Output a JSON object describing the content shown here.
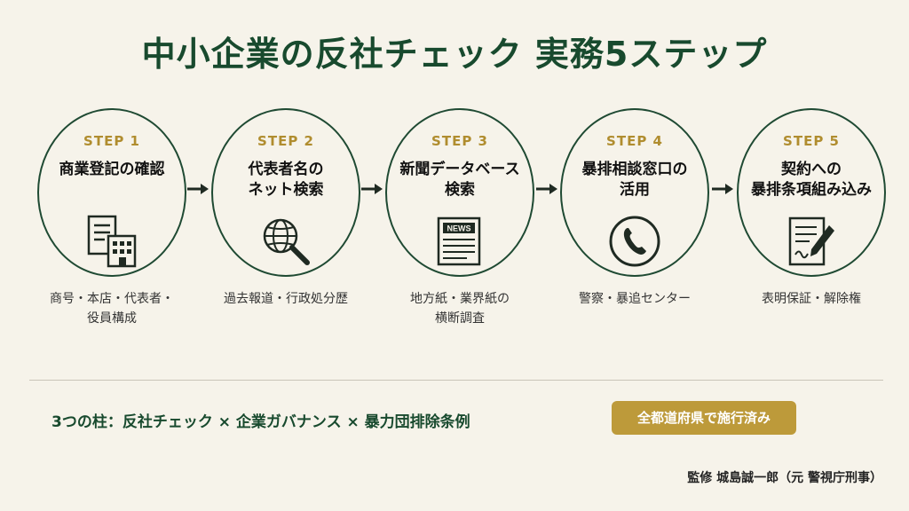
{
  "title": "中小企業の反社チェック 実務5ステップ",
  "steps": [
    {
      "label": "STEP 1",
      "title": "商業登記の確認",
      "icon": "building-document-icon",
      "sub": "商号・本店・代表者・\n役員構成"
    },
    {
      "label": "STEP 2",
      "title": "代表者名の\nネット検索",
      "icon": "globe-search-icon",
      "sub": "過去報道・行政処分歴"
    },
    {
      "label": "STEP 3",
      "title": "新聞データベース\n検索",
      "icon": "newspaper-icon",
      "sub": "地方紙・業界紙の\n横断調査"
    },
    {
      "label": "STEP 4",
      "title": "暴排相談窓口の\n活用",
      "icon": "phone-icon",
      "sub": "警察・暴追センター"
    },
    {
      "label": "STEP 5",
      "title": "契約への\n暴排条項組み込み",
      "icon": "contract-signing-icon",
      "sub": "表明保証・解除権"
    }
  ],
  "pillars": "3つの柱：反社チェック × 企業ガバナンス × 暴力団排除条例",
  "badge": "全都道府県で施行済み",
  "supervisor": "監修 城島誠一郎（元 警視庁刑事）",
  "colors": {
    "primary": "#1f4a33",
    "accent": "#b08d2f",
    "background": "#f6f3ea"
  }
}
